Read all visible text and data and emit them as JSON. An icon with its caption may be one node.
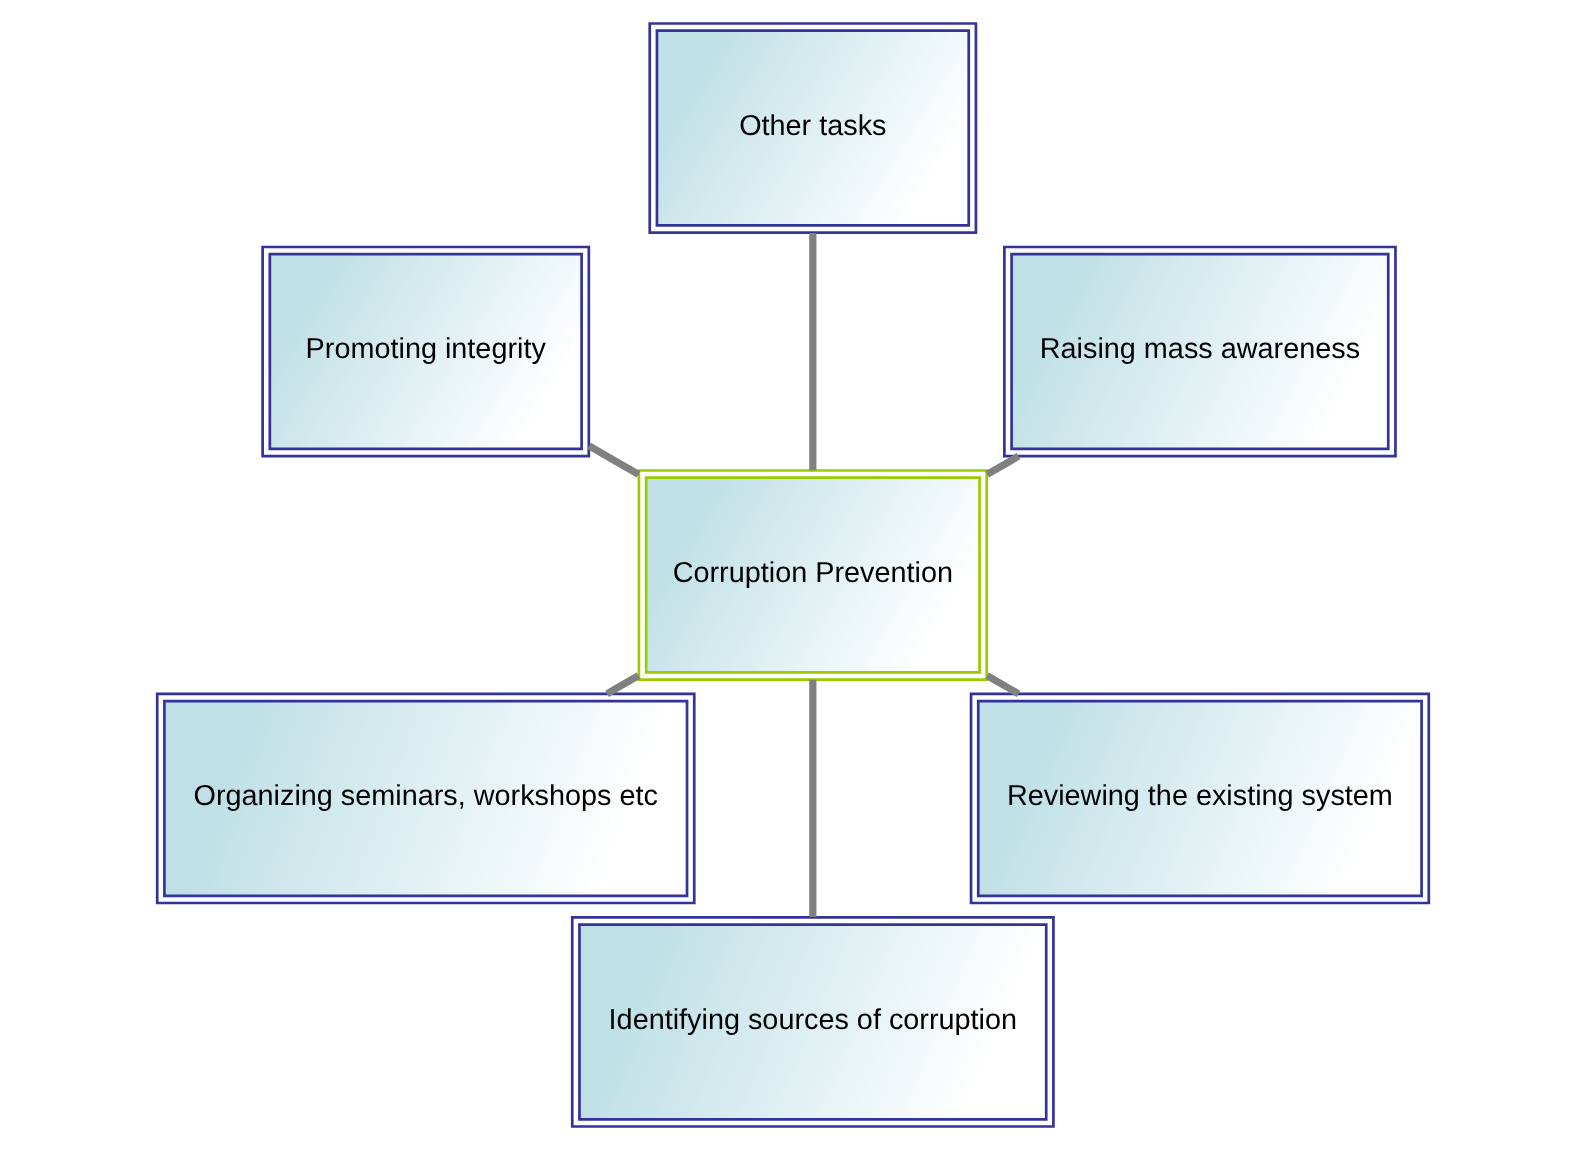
{
  "diagram": {
    "nodes": [
      {
        "text": [
          "Raising mass awareness"
        ]
      },
      {
        "text": [
          "Other tasks"
        ]
      },
      {
        "text": [
          "Promoting integrity"
        ]
      },
      {
        "text": [
          "Corruption Prevention"
        ]
      },
      {
        "text": [
          "Organizing seminars, workshops etc"
        ]
      },
      {
        "text": [
          "Identifying sources of corruption"
        ]
      },
      {
        "text": [
          "Reviewing the existing system"
        ]
      }
    ],
    "edges": [
      {
        "from": 3,
        "to": 0,
        "arrow": "none"
      },
      {
        "from": 3,
        "to": 2,
        "arrow": "none"
      },
      {
        "from": 3,
        "to": 5,
        "arrow": "none"
      },
      {
        "from": 3,
        "to": 6,
        "arrow": "none"
      },
      {
        "from": 3,
        "to": 4,
        "arrow": "none"
      },
      {
        "from": 3,
        "to": 1,
        "arrow": "none"
      }
    ]
  }
}
